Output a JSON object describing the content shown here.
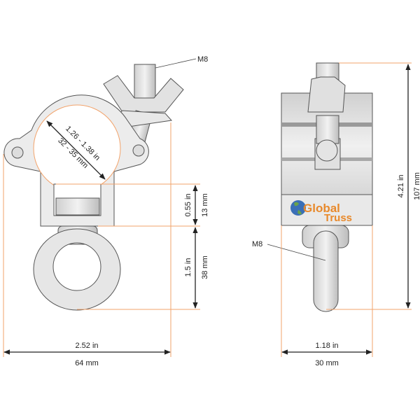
{
  "colors": {
    "dimension_line": "#f2a36b",
    "arrow": "#222222",
    "metal": "#e6e6e6",
    "outline": "#555555",
    "logo_orange": "#e8892b",
    "globe_blue": "#3b6fb6"
  },
  "front_view": {
    "bolt_label": "M8",
    "tube_diameter_in": "1.26 - 1.38 in",
    "tube_diameter_mm": "32 - 35 mm",
    "body_height_in": "0.55 in",
    "body_height_mm": "13 mm",
    "eye_height_in": "1.5 in",
    "eye_height_mm": "38 mm",
    "width_in": "2.52 in",
    "width_mm": "64 mm"
  },
  "side_view": {
    "logo_line1": "Global",
    "logo_line2": "Truss",
    "bolt_label": "M8",
    "height_in": "4.21 in",
    "height_mm": "107 mm",
    "width_in": "1.18 in",
    "width_mm": "30 mm"
  }
}
